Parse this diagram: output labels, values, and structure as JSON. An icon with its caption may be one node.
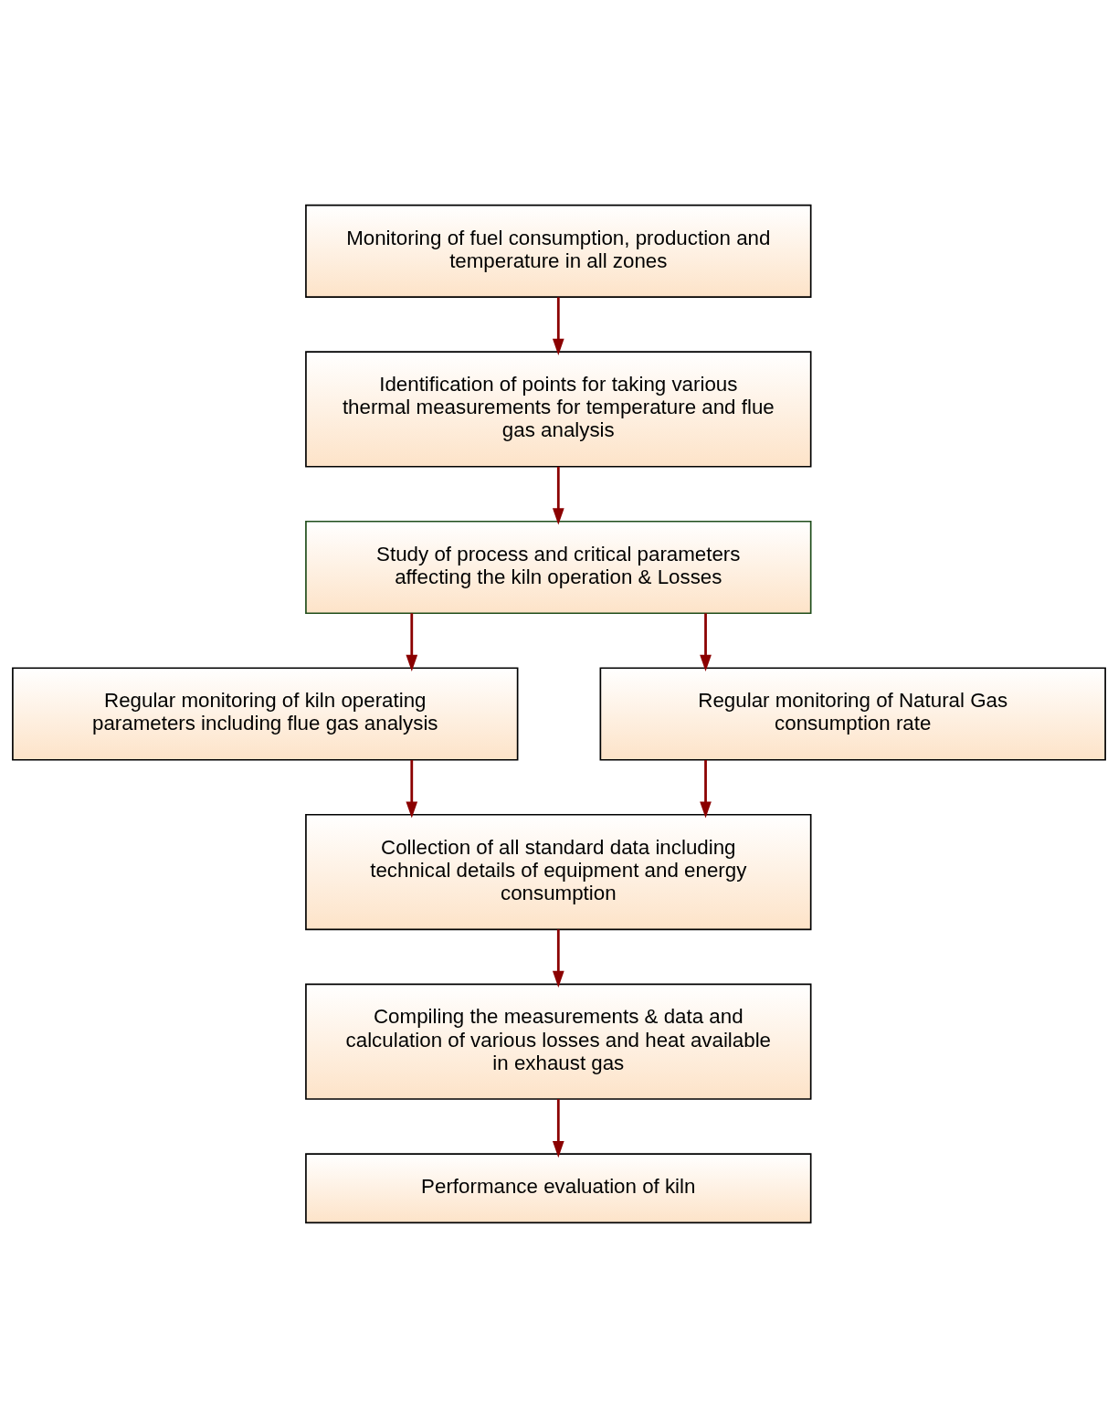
{
  "diagram": {
    "nodes": [
      {
        "text": [
          "Monitoring of fuel consumption, production and temperature in all zones"
        ]
      },
      {
        "text": [
          "Identification of points for taking various thermal measurements for temperature and flue gas analysis"
        ]
      },
      {
        "text": [
          "Study of process and critical parameters affecting the kiln operation & Losses"
        ]
      },
      {
        "text": [
          "Regular monitoring of kiln operating parameters including flue gas analysis"
        ]
      },
      {
        "text": [
          "Regular monitoring of Natural Gas consumption rate"
        ]
      },
      {
        "text": [
          "Collection of all standard data including technical details of equipment and energy consumption"
        ]
      },
      {
        "text": [
          "Compiling the measurements & data and calculation of various losses and heat available in exhaust gas"
        ]
      },
      {
        "text": [
          "Performance evaluation of kiln"
        ]
      }
    ],
    "edges": [
      {
        "from": 0,
        "to": 1,
        "arrow": "to"
      },
      {
        "from": 1,
        "to": 2,
        "arrow": "to"
      },
      {
        "from": 2,
        "to": 3,
        "arrow": "to"
      },
      {
        "from": 2,
        "to": 4,
        "arrow": "to"
      },
      {
        "from": 3,
        "to": 5,
        "arrow": "to"
      },
      {
        "from": 4,
        "to": 5,
        "arrow": "to"
      },
      {
        "from": 5,
        "to": 6,
        "arrow": "to"
      },
      {
        "from": 6,
        "to": 7,
        "arrow": "to"
      }
    ]
  }
}
